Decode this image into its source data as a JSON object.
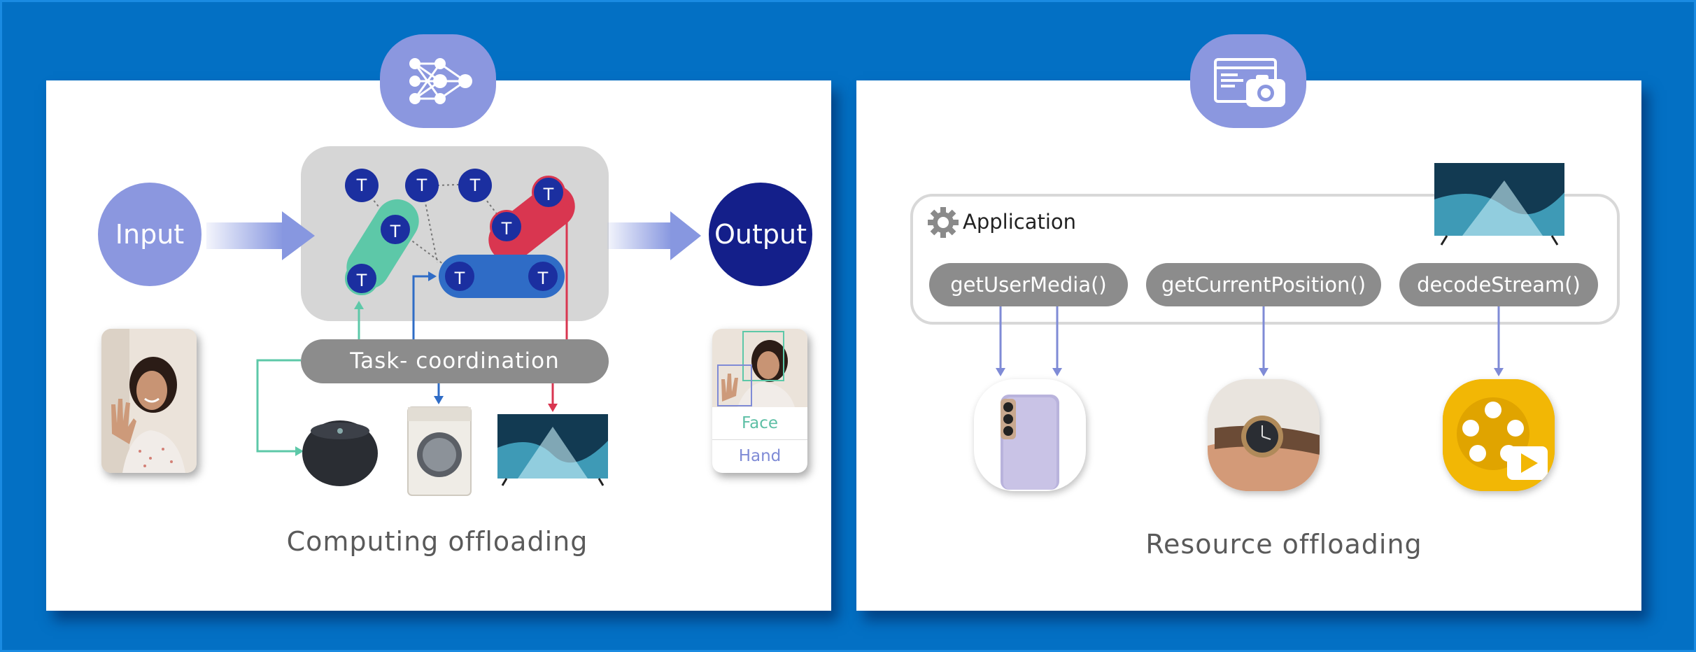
{
  "left_panel": {
    "caption": "Computing offloading",
    "input_label": "Input",
    "output_label": "Output",
    "task_coordination": "Task- coordination",
    "task_node_label": "T",
    "face_label": "Face",
    "hand_label": "Hand",
    "badge_icon": "neural-network-icon",
    "devices": [
      "smart-speaker-icon",
      "washing-machine-icon",
      "television-icon"
    ]
  },
  "right_panel": {
    "caption": "Resource offloading",
    "application_label": "Application",
    "apis": [
      "getUserMedia()",
      "getCurrentPosition()",
      "decodeStream()"
    ],
    "badge_icon": "browser-camera-icon",
    "devices": [
      "smartphone-icon",
      "smartwatch-icon",
      "video-player-icon",
      "television-icon"
    ]
  },
  "colors": {
    "background": "#0370c4",
    "badge": "#8b97df",
    "node_navy": "#1b2fa0",
    "teal": "#5dc8a8",
    "crimson": "#d93650",
    "blue_pill": "#2f6cc6",
    "gray_pill": "#8c8c8c",
    "face_text": "#5dbfa5",
    "hand_text": "#7f8bd6"
  }
}
